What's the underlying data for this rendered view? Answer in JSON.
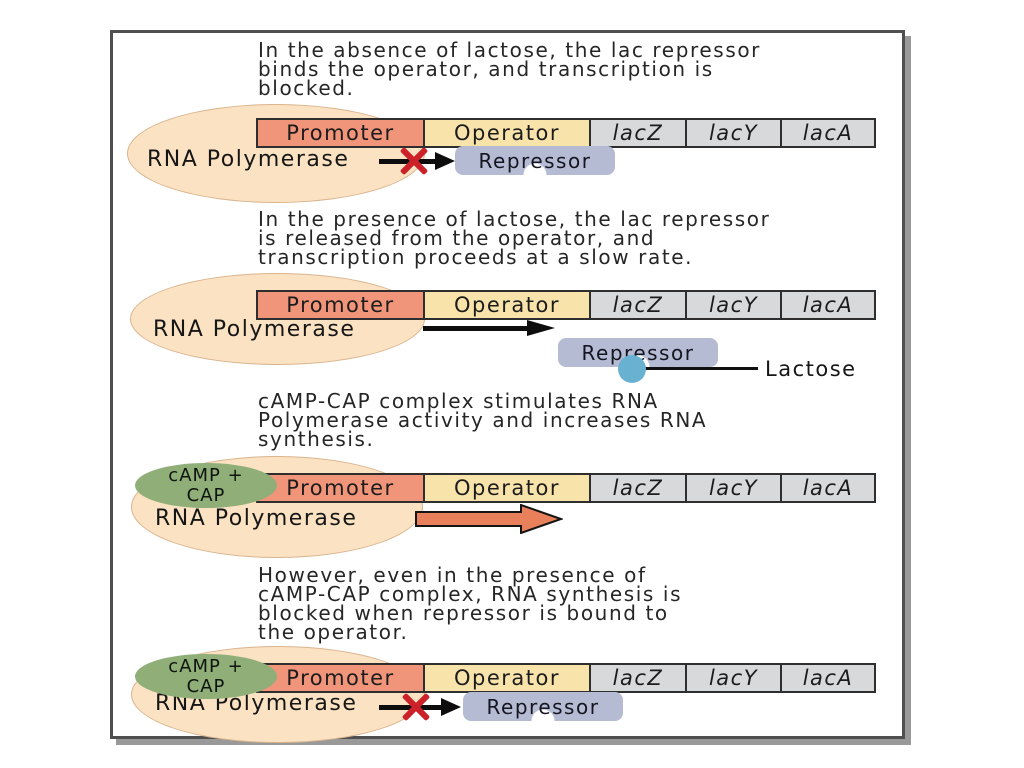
{
  "colors": {
    "frame_border": "#4f4f4f",
    "frame_shadow": "#999999",
    "promoter_fill": "#f0957a",
    "operator_fill": "#f8e3ab",
    "gene_fill": "#d8d9da",
    "polymerase_fill": "#fbe2c2",
    "polymerase_stroke": "#d9b48e",
    "cap_fill": "#8fae78",
    "repressor_fill": "#b5bbd3",
    "lactose_fill": "#68b1d0",
    "rna_arrow_fill": "#e8815b",
    "blocked_x": "#cc2129"
  },
  "gene_row": {
    "promoter": "Promoter",
    "operator": "Operator",
    "genes": [
      "lacZ",
      "lacY",
      "lacA"
    ]
  },
  "labels": {
    "rna_polymerase": "RNA Polymerase",
    "repressor": "Repressor",
    "camp_cap": "cAMP +\nCAP",
    "lactose": "Lactose"
  },
  "panels": [
    {
      "caption": "In the absence of lactose, the lac repressor\nbinds the operator, and transcription is\nblocked."
    },
    {
      "caption": "In the presence of lactose, the lac repressor\nis released from the operator, and\ntranscription proceeds at a slow rate."
    },
    {
      "caption": "cAMP-CAP complex stimulates RNA\nPolymerase activity and increases RNA\nsynthesis."
    },
    {
      "caption": "However, even in the presence of\ncAMP-CAP complex, RNA synthesis is\nblocked when repressor is bound to\nthe operator."
    }
  ]
}
